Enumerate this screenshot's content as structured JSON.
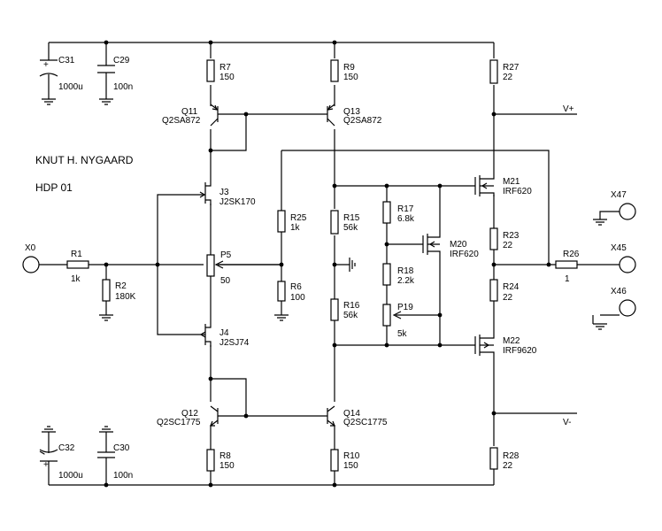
{
  "header": {
    "author": "KNUT H. NYGAARD",
    "project": "HDP 01"
  },
  "components": {
    "c31": {
      "ref": "C31",
      "value": "1000u"
    },
    "c29": {
      "ref": "C29",
      "value": "100n"
    },
    "c32": {
      "ref": "C32",
      "value": "1000u"
    },
    "c30": {
      "ref": "C30",
      "value": "100n"
    },
    "r1": {
      "ref": "R1",
      "value": "1k"
    },
    "r2": {
      "ref": "R2",
      "value": "180K"
    },
    "r7": {
      "ref": "R7",
      "value": "150"
    },
    "r8": {
      "ref": "R8",
      "value": "150"
    },
    "r9": {
      "ref": "R9",
      "value": "150"
    },
    "r10": {
      "ref": "R10",
      "value": "150"
    },
    "r25": {
      "ref": "R25",
      "value": "1k"
    },
    "r6": {
      "ref": "R6",
      "value": "100"
    },
    "r15": {
      "ref": "R15",
      "value": "56k"
    },
    "r16": {
      "ref": "R16",
      "value": "56k"
    },
    "r17": {
      "ref": "R17",
      "value": "6.8k"
    },
    "r18": {
      "ref": "R18",
      "value": "2.2k"
    },
    "r27": {
      "ref": "R27",
      "value": "22"
    },
    "r23": {
      "ref": "R23",
      "value": "22"
    },
    "r24": {
      "ref": "R24",
      "value": "22"
    },
    "r28": {
      "ref": "R28",
      "value": "22"
    },
    "r26": {
      "ref": "R26",
      "value": "1"
    },
    "p5": {
      "ref": "P5",
      "value": "50"
    },
    "p19": {
      "ref": "P19",
      "value": "5k"
    },
    "q11": {
      "ref": "Q11",
      "part": "Q2SA872"
    },
    "q13": {
      "ref": "Q13",
      "part": "Q2SA872"
    },
    "q12": {
      "ref": "Q12",
      "part": "Q2SC1775"
    },
    "q14": {
      "ref": "Q14",
      "part": "Q2SC1775"
    },
    "j3": {
      "ref": "J3",
      "part": "J2SK170"
    },
    "j4": {
      "ref": "J4",
      "part": "J2SJ74"
    },
    "m20": {
      "ref": "M20",
      "part": "IRF620"
    },
    "m21": {
      "ref": "M21",
      "part": "IRF620"
    },
    "m22": {
      "ref": "M22",
      "part": "IRF9620"
    }
  },
  "connectors": {
    "x0": "X0",
    "x45": "X45",
    "x46": "X46",
    "x47": "X47"
  },
  "rails": {
    "positive": "V+",
    "negative": "V-"
  }
}
